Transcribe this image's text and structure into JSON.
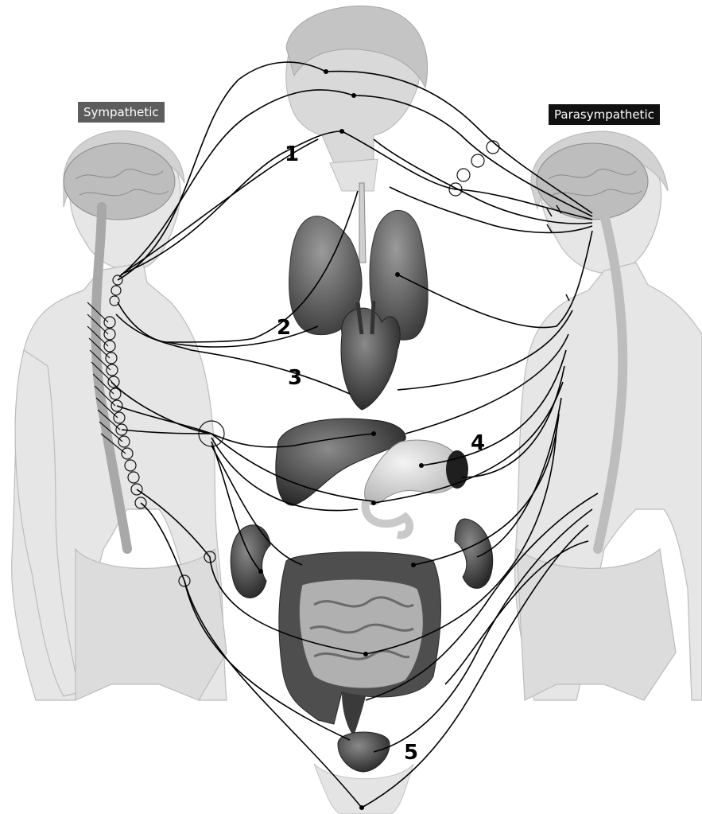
{
  "labels": {
    "sympathetic": "Sympathetic",
    "parasympathetic": "Parasympathetic"
  },
  "markers": [
    "1",
    "2",
    "3",
    "4",
    "5"
  ],
  "colors": {
    "figure": "#e3e3e3",
    "figure_outline": "#b8b8b8",
    "organ_dark": "#3a3a3a",
    "organ_mid": "#6e6e6e",
    "organ_light": "#c9c9c9",
    "nerve": "#000000"
  }
}
